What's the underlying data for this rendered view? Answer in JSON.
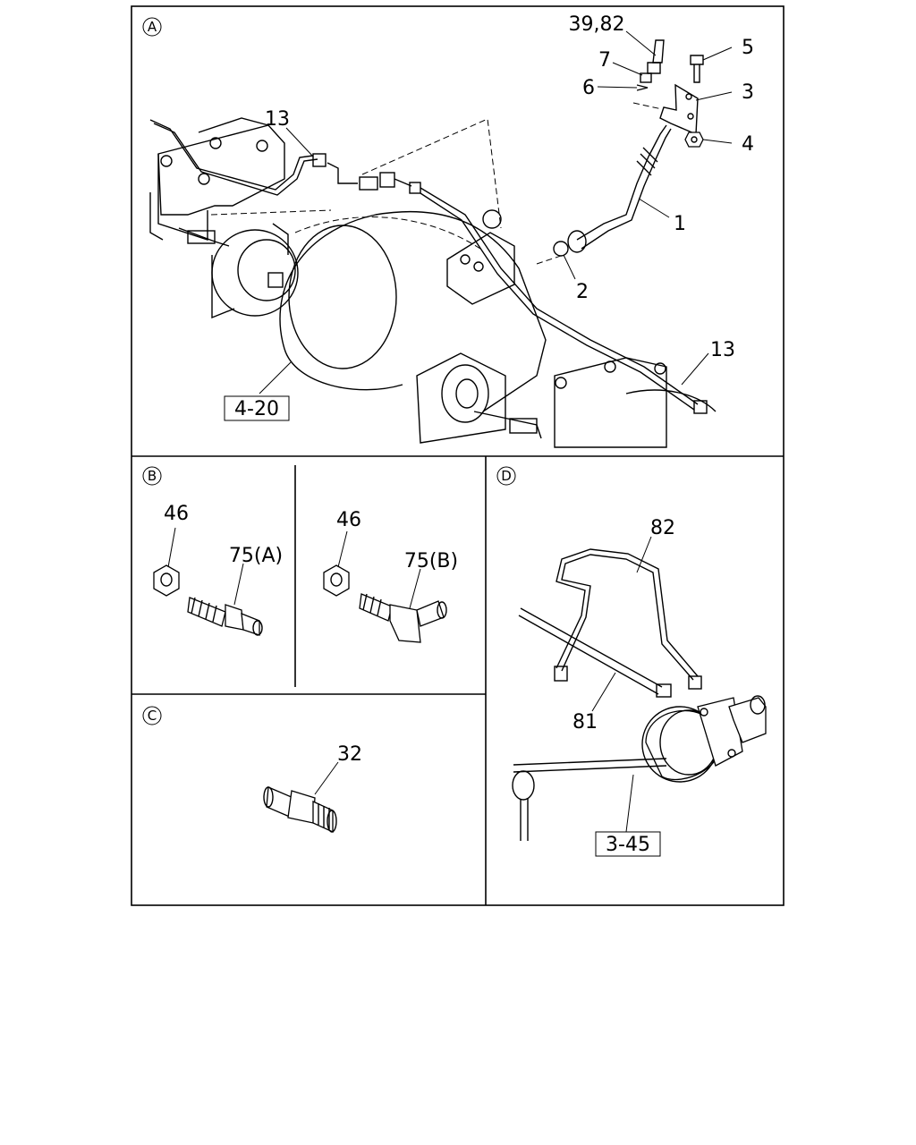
{
  "sections": {
    "A": {
      "marker": "A",
      "callouts": {
        "c39_82": "39,82",
        "c7": "7",
        "c6": "6",
        "c5": "5",
        "c3": "3",
        "c4": "4",
        "c1": "1",
        "c2": "2",
        "c13_left": "13",
        "c13_right": "13"
      },
      "ref_box": "4-20"
    },
    "B": {
      "marker": "B",
      "left": {
        "nut": "46",
        "fitting": "75(A)"
      },
      "right": {
        "nut": "46",
        "fitting": "75(B)"
      }
    },
    "C": {
      "marker": "C",
      "fitting": "32"
    },
    "D": {
      "marker": "D",
      "callouts": {
        "pipe_upper": "82",
        "pipe_lower": "81"
      },
      "ref_box": "3-45"
    }
  }
}
